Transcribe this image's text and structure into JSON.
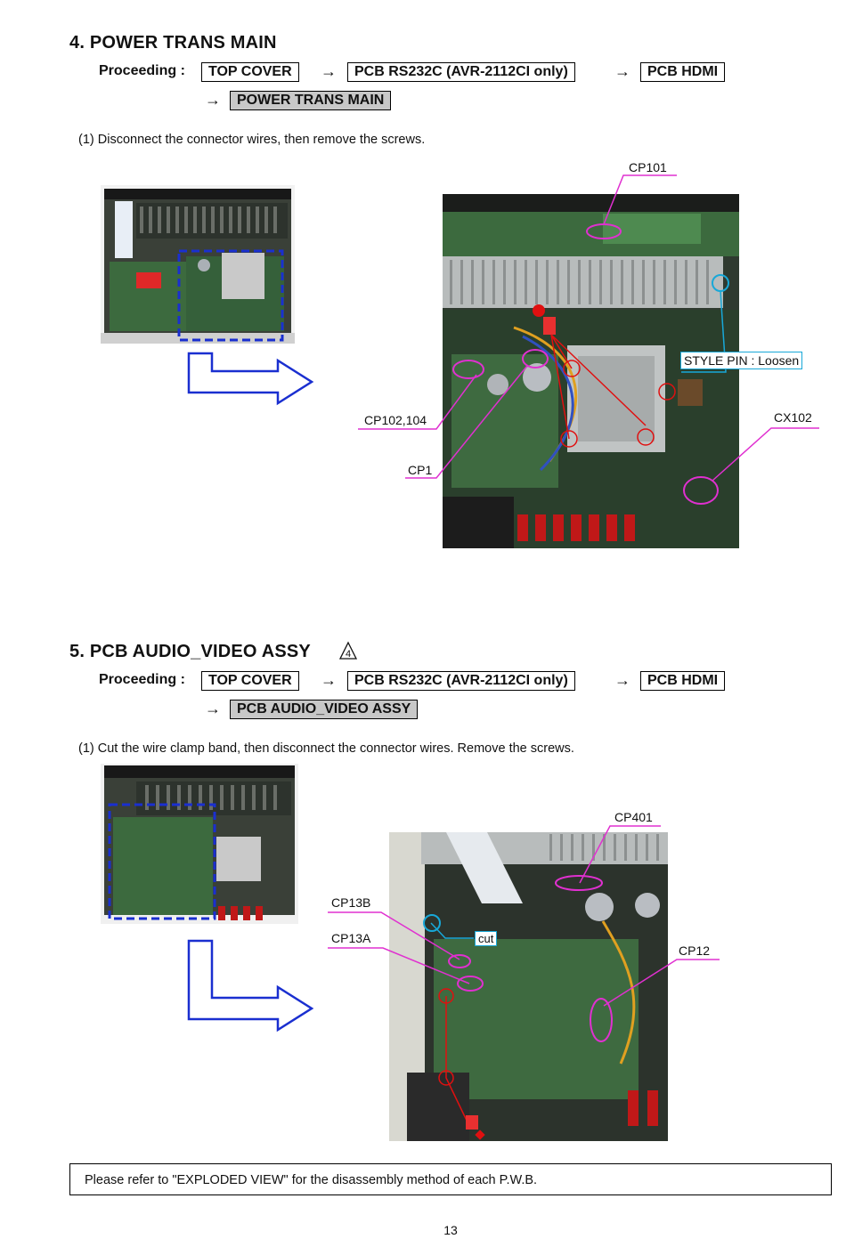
{
  "section4": {
    "title": "4.  POWER TRANS MAIN",
    "proceeding_label": "Proceeding :",
    "steps": [
      "TOP  COVER",
      "PCB RS232C (AVR-2112CI only)",
      "PCB HDMI",
      "POWER TRANS MAIN"
    ],
    "arrow": "→",
    "instruction": "(1)   Disconnect the connector wires, then remove the screws.",
    "callouts": {
      "cp101": "CP101",
      "style_pin": "STYLE  PIN : Loosen",
      "cp102_104": "CP102,104",
      "cx102": "CX102",
      "cp1": "CP1"
    }
  },
  "section5": {
    "title": "5.  PCB AUDIO_VIDEO ASSY",
    "warning_mark": "4",
    "proceeding_label": "Proceeding :",
    "steps": [
      "TOP  COVER",
      "PCB RS232C (AVR-2112CI only)",
      "PCB HDMI",
      "PCB AUDIO_VIDEO ASSY"
    ],
    "arrow": "→",
    "instruction": "(1)   Cut the wire clamp band, then disconnect the connector wires. Remove the screws.",
    "callouts": {
      "cp401": "CP401",
      "cp13b": "CP13B",
      "cut": "cut",
      "cp13a": "CP13A",
      "cp12": "CP12"
    }
  },
  "footer_note": "Please refer to \"EXPLODED VIEW\" for the disassembly method of each P.W.B.",
  "page_number": "13",
  "colors": {
    "callout_line": "#e030d0",
    "cyan_line": "#18a8d8",
    "blue_arrow": "#1a2fd0",
    "dash_box": "#1a2fd0",
    "screw_red": "#e01010"
  }
}
